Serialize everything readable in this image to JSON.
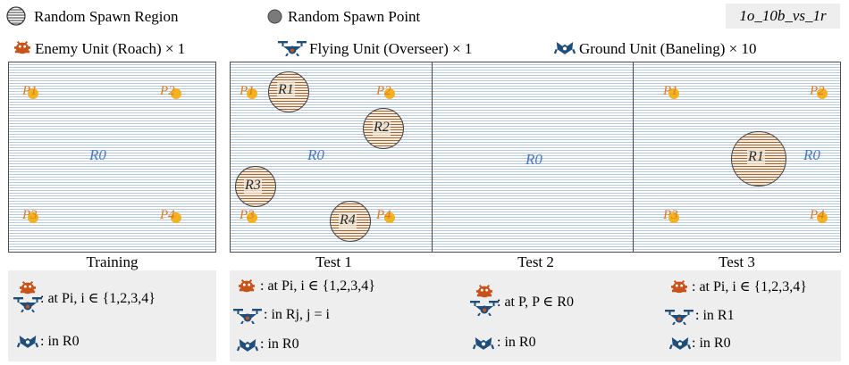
{
  "legend": {
    "region_label": "Random Spawn Region",
    "point_label": "Random Spawn Point",
    "enemy_label": "Enemy Unit (Roach) × 1",
    "flying_label": "Flying Unit (Overseer) × 1",
    "ground_label": "Ground Unit (Baneling) × 10"
  },
  "scenario_tag": "1o_10b_vs_1r",
  "colors": {
    "enemy": "#c8531a",
    "flying": "#1f4e7a",
    "ground": "#1f4e7a",
    "spawn_point": "#f3b21f",
    "region_r0": "#4a78c2",
    "point_label": "#e07a20"
  },
  "labels": {
    "r0": "R0",
    "p1": "P1",
    "p2": "P2",
    "p3": "P3",
    "p4": "P4",
    "r1": "R1",
    "r2": "R2",
    "r3": "R3",
    "r4": "R4"
  },
  "panels": [
    {
      "title": "Training",
      "conditions": {
        "enemy": ": at Pi, i ∈ {1,2,3,4}",
        "ground": ": in R0"
      }
    },
    {
      "title": "Test 1",
      "conditions": {
        "enemy": ": at Pi, i ∈ {1,2,3,4}",
        "flying": ": in Rj, j = i",
        "ground": ": in R0"
      }
    },
    {
      "title": "Test 2",
      "conditions": {
        "enemy": ": at P, P ∈ R0",
        "ground": ": in R0"
      }
    },
    {
      "title": "Test 3",
      "conditions": {
        "enemy": ": at Pi, i ∈ {1,2,3,4}",
        "flying": ": in R1",
        "ground": ": in R0"
      }
    }
  ]
}
